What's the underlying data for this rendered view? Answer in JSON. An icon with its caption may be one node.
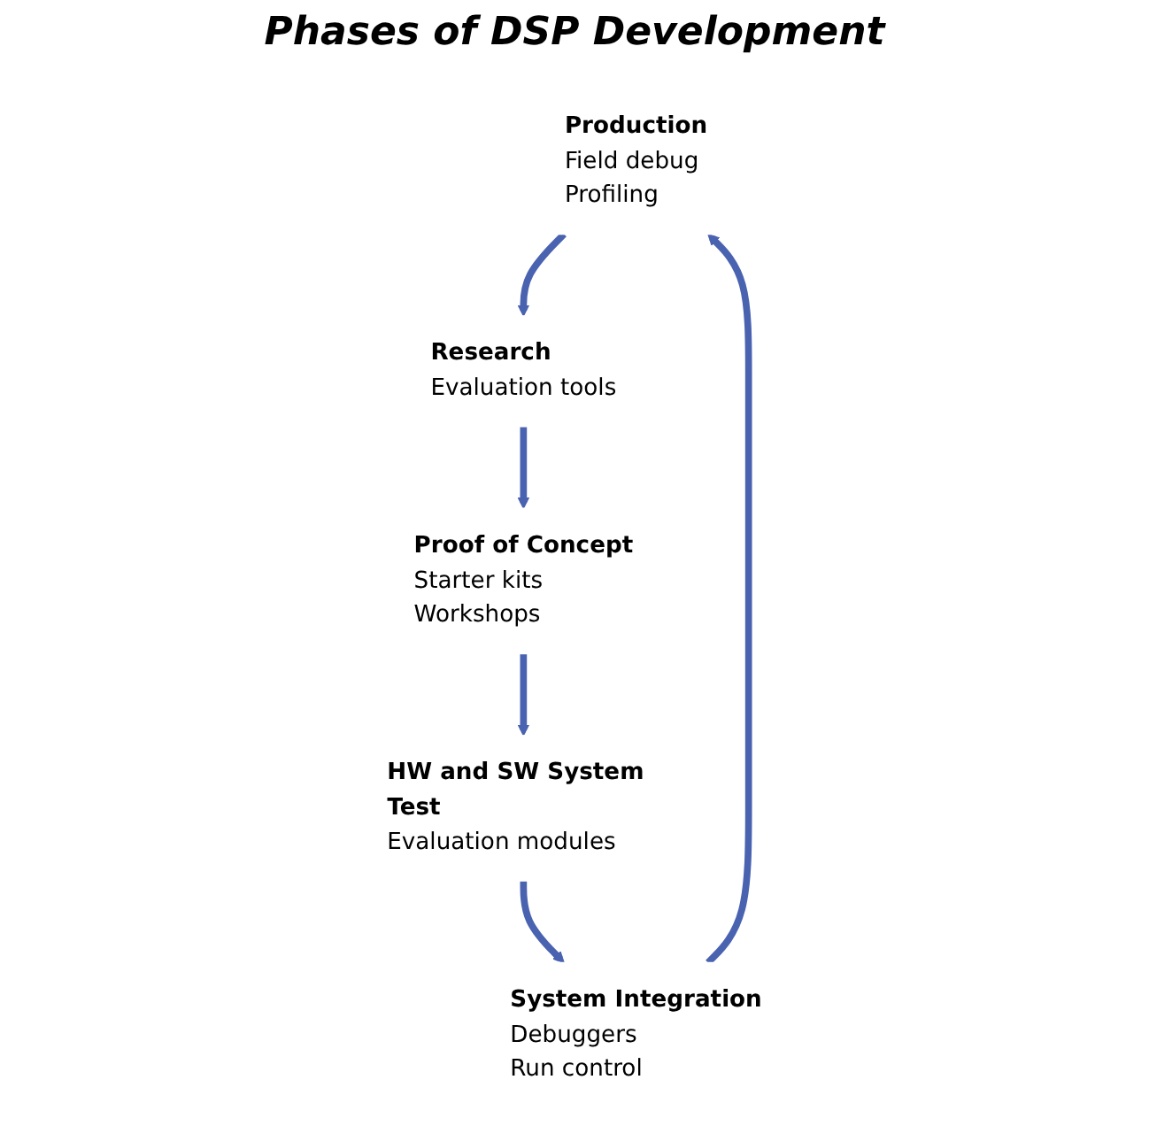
{
  "diagram": {
    "title": "Phases of DSP Development",
    "nodes": [
      {
        "text": [
          "Production",
          "Field debug",
          "Profiling"
        ]
      },
      {
        "text": [
          "Research",
          "Evaluation tools"
        ]
      },
      {
        "text": [
          "Proof of Concept",
          "Starter kits",
          "Workshops"
        ]
      },
      {
        "text": [
          "HW and SW System Test",
          "Evaluation modules"
        ]
      },
      {
        "text": [
          "System Integration",
          "Debuggers",
          "Run control"
        ]
      }
    ],
    "edges": [
      {
        "from": 0,
        "to": 1,
        "arrow": "to"
      },
      {
        "from": 1,
        "to": 2,
        "arrow": "to"
      },
      {
        "from": 2,
        "to": 3,
        "arrow": "to"
      },
      {
        "from": 3,
        "to": 4,
        "arrow": "to"
      },
      {
        "from": 4,
        "to": 0,
        "arrow": "to"
      }
    ]
  }
}
